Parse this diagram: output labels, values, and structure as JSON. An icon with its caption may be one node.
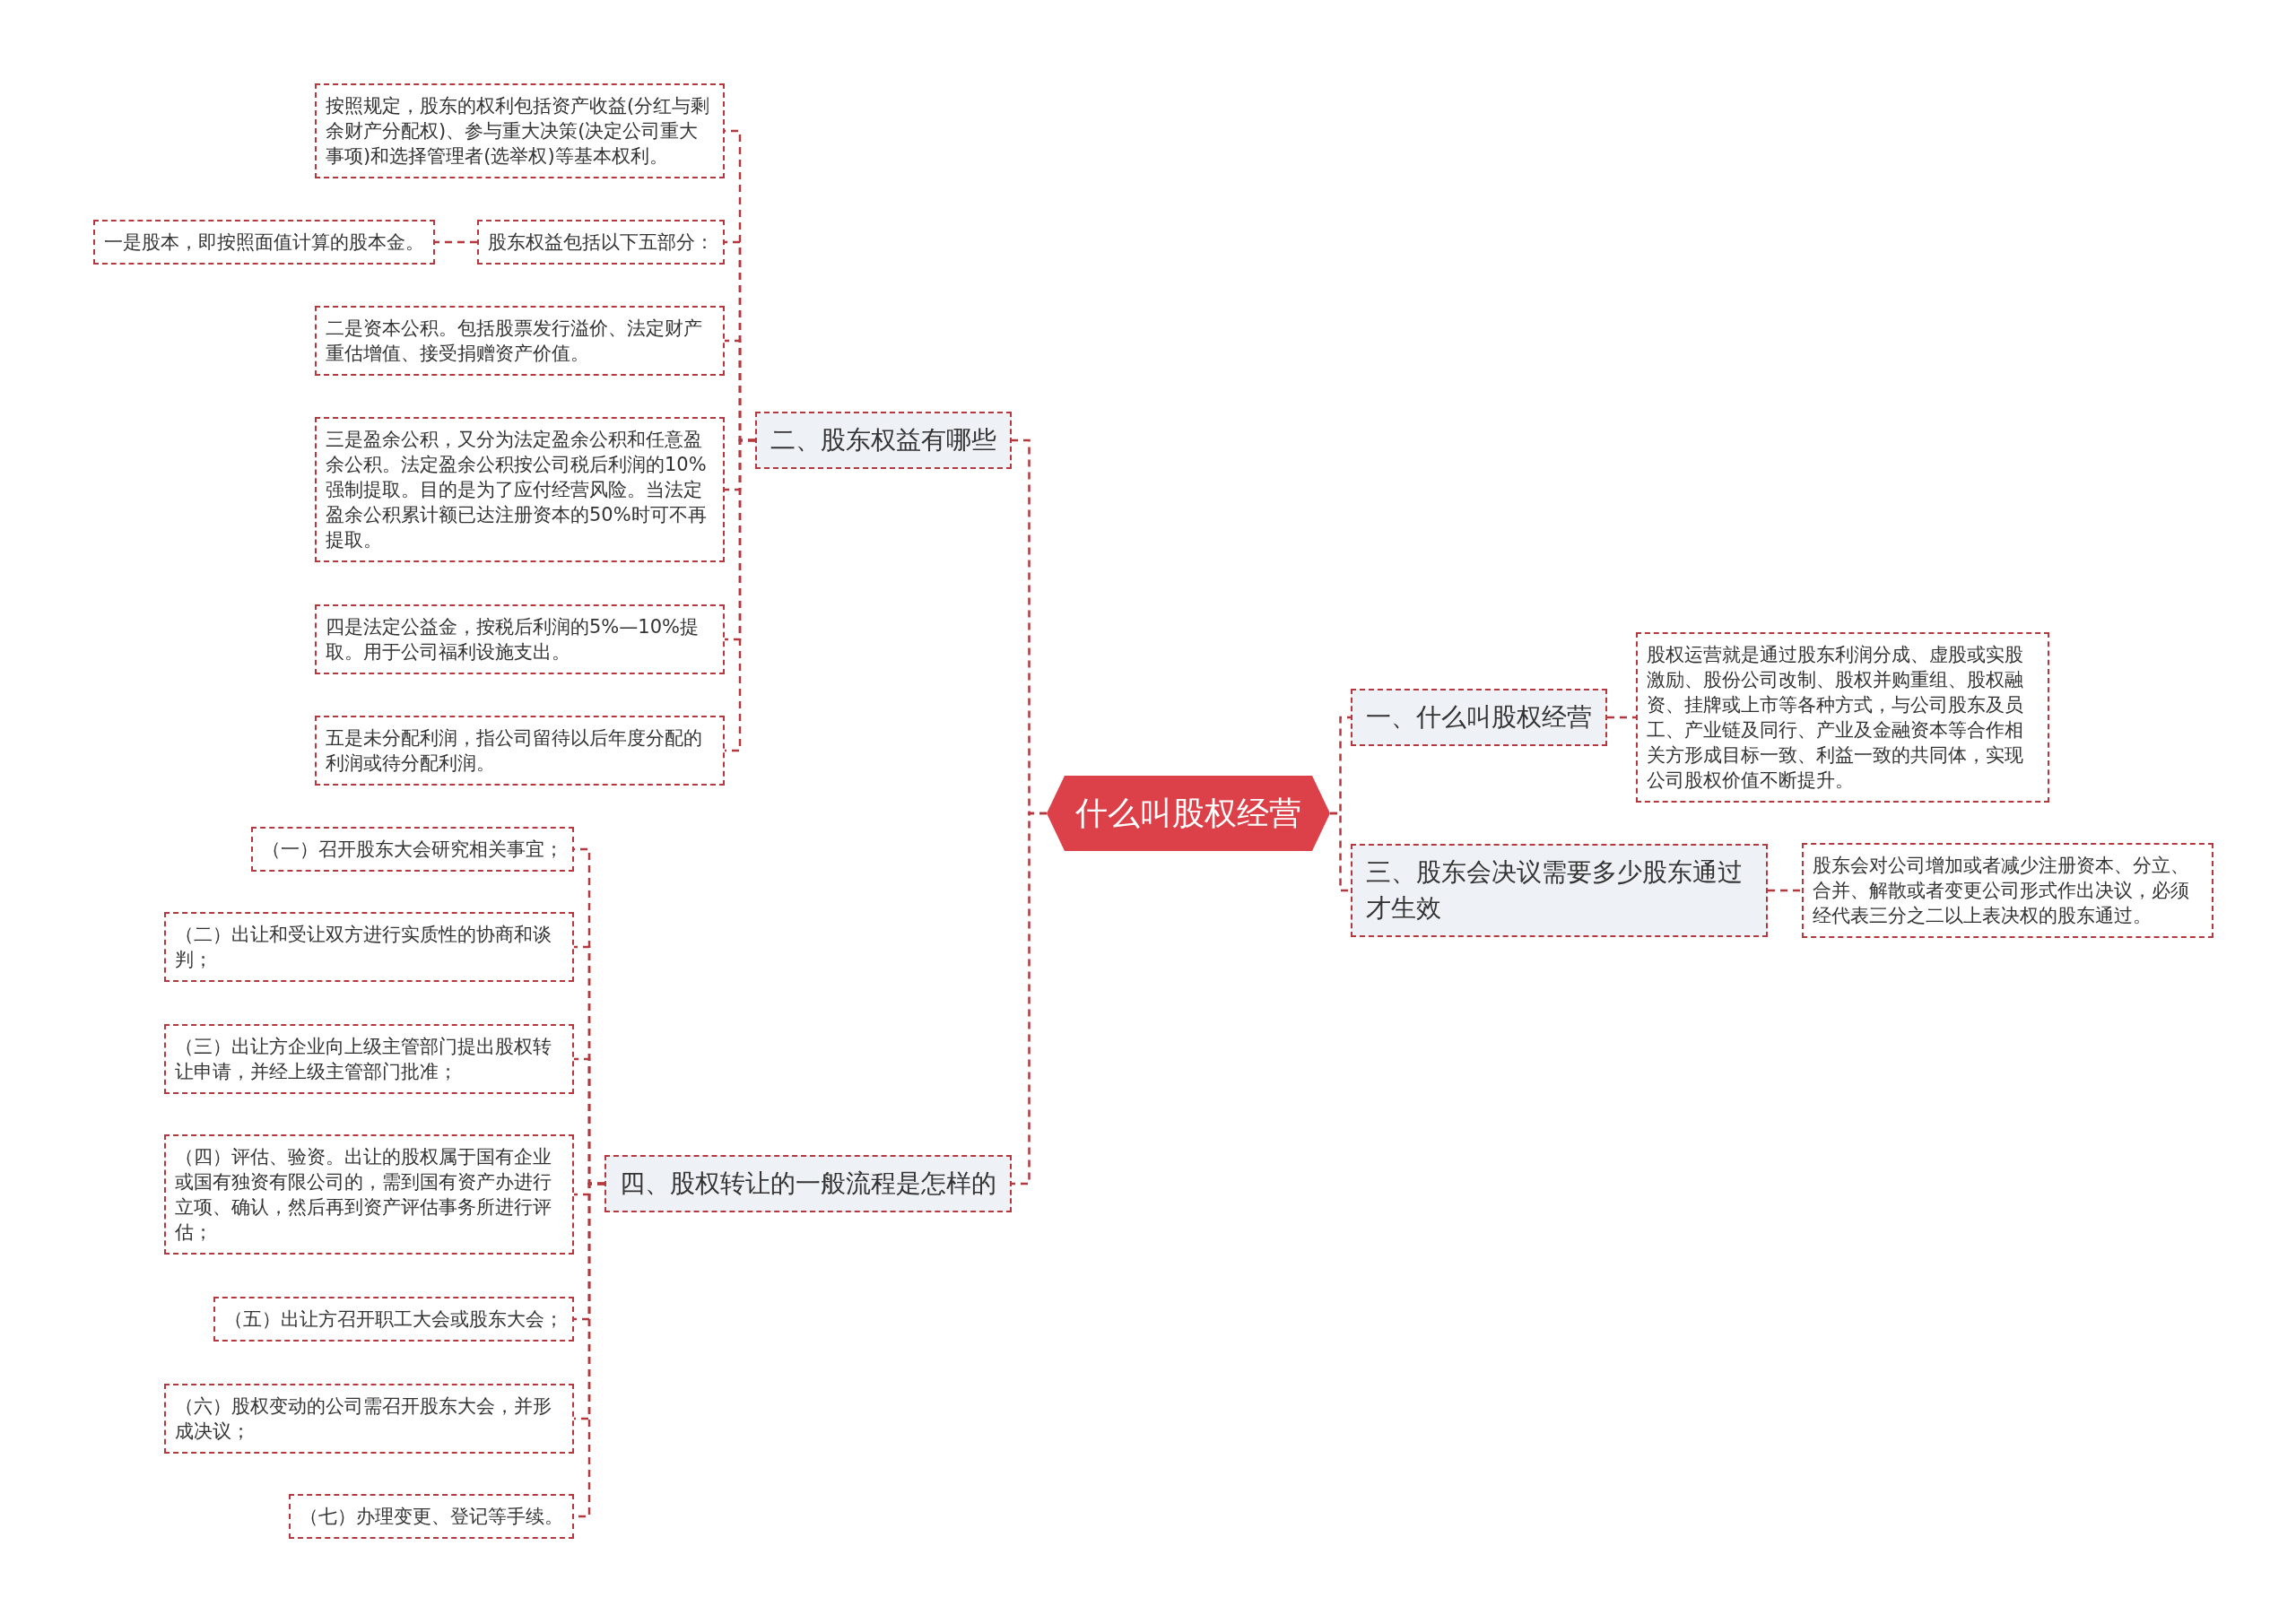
{
  "diagram": {
    "nodes": [
      {
        "text": [
          "什么叫股权经营"
        ]
      },
      {
        "text": [
          "一、什么叫股权经营"
        ]
      },
      {
        "text": [
          "股权运营就是通过股东利润分成、虚股或实股激励、股份公司改制、股权并购重组、股权融资、挂牌或上市等各种方式，与公司股东及员工、产业链及同行、产业及金融资本等合作相关方形成目标一致、利益一致的共同体，实现公司股权价值不断提升。"
        ]
      },
      {
        "text": [
          "三、股东会决议需要多少股东通过才生效"
        ]
      },
      {
        "text": [
          "股东会对公司增加或者减少注册资本、分立、合并、解散或者变更公司形式作出决议，必须经代表三分之二以上表决权的股东通过。"
        ]
      },
      {
        "text": [
          "二、股东权益有哪些"
        ]
      },
      {
        "text": [
          "按照规定，股东的权利包括资产收益(分红与剩余财产分配权)、参与重大决策(决定公司重大事项)和选择管理者(选举权)等基本权利。"
        ]
      },
      {
        "text": [
          "股东权益包括以下五部分："
        ]
      },
      {
        "text": [
          "一是股本，即按照面值计算的股本金。"
        ]
      },
      {
        "text": [
          "二是资本公积。包括股票发行溢价、法定财产重估增值、接受捐赠资产价值。"
        ]
      },
      {
        "text": [
          "三是盈余公积，又分为法定盈余公积和任意盈余公积。法定盈余公积按公司税后利润的10%强制提取。目的是为了应付经营风险。当法定盈余公积累计额已达注册资本的50%时可不再提取。"
        ]
      },
      {
        "text": [
          "四是法定公益金，按税后利润的5%—10%提取。用于公司福利设施支出。"
        ]
      },
      {
        "text": [
          "五是未分配利润，指公司留待以后年度分配的利润或待分配利润。"
        ]
      },
      {
        "text": [
          "四、股权转让的一般流程是怎样的"
        ]
      },
      {
        "text": [
          "（一）召开股东大会研究相关事宜；"
        ]
      },
      {
        "text": [
          "（二）出让和受让双方进行实质性的协商和谈判；"
        ]
      },
      {
        "text": [
          "（三）出让方企业向上级主管部门提出股权转让申请，并经上级主管部门批准；"
        ]
      },
      {
        "text": [
          "（四）评估、验资。出让的股权属于国有企业或国有独资有限公司的，需到国有资产办进行立项、确认，然后再到资产评估事务所进行评估；"
        ]
      },
      {
        "text": [
          "（五）出让方召开职工大会或股东大会；"
        ]
      },
      {
        "text": [
          "（六）股权变动的公司需召开股东大会，并形成决议；"
        ]
      },
      {
        "text": [
          "（七）办理变更、登记等手续。"
        ]
      }
    ],
    "edges": [
      {
        "from": 0,
        "to": 1,
        "arrow": "none"
      },
      {
        "from": 1,
        "to": 2,
        "arrow": "none"
      },
      {
        "from": 0,
        "to": 3,
        "arrow": "none"
      },
      {
        "from": 3,
        "to": 4,
        "arrow": "none"
      },
      {
        "from": 0,
        "to": 5,
        "arrow": "none"
      },
      {
        "from": 5,
        "to": 6,
        "arrow": "none"
      },
      {
        "from": 5,
        "to": 7,
        "arrow": "none"
      },
      {
        "from": 7,
        "to": 8,
        "arrow": "none"
      },
      {
        "from": 5,
        "to": 9,
        "arrow": "none"
      },
      {
        "from": 5,
        "to": 10,
        "arrow": "none"
      },
      {
        "from": 5,
        "to": 11,
        "arrow": "none"
      },
      {
        "from": 5,
        "to": 12,
        "arrow": "none"
      },
      {
        "from": 0,
        "to": 13,
        "arrow": "none"
      },
      {
        "from": 13,
        "to": 14,
        "arrow": "none"
      },
      {
        "from": 13,
        "to": 15,
        "arrow": "none"
      },
      {
        "from": 13,
        "to": 16,
        "arrow": "none"
      },
      {
        "from": 13,
        "to": 17,
        "arrow": "none"
      },
      {
        "from": 13,
        "to": 18,
        "arrow": "none"
      },
      {
        "from": 13,
        "to": 19,
        "arrow": "none"
      },
      {
        "from": 13,
        "to": 20,
        "arrow": "none"
      }
    ]
  }
}
